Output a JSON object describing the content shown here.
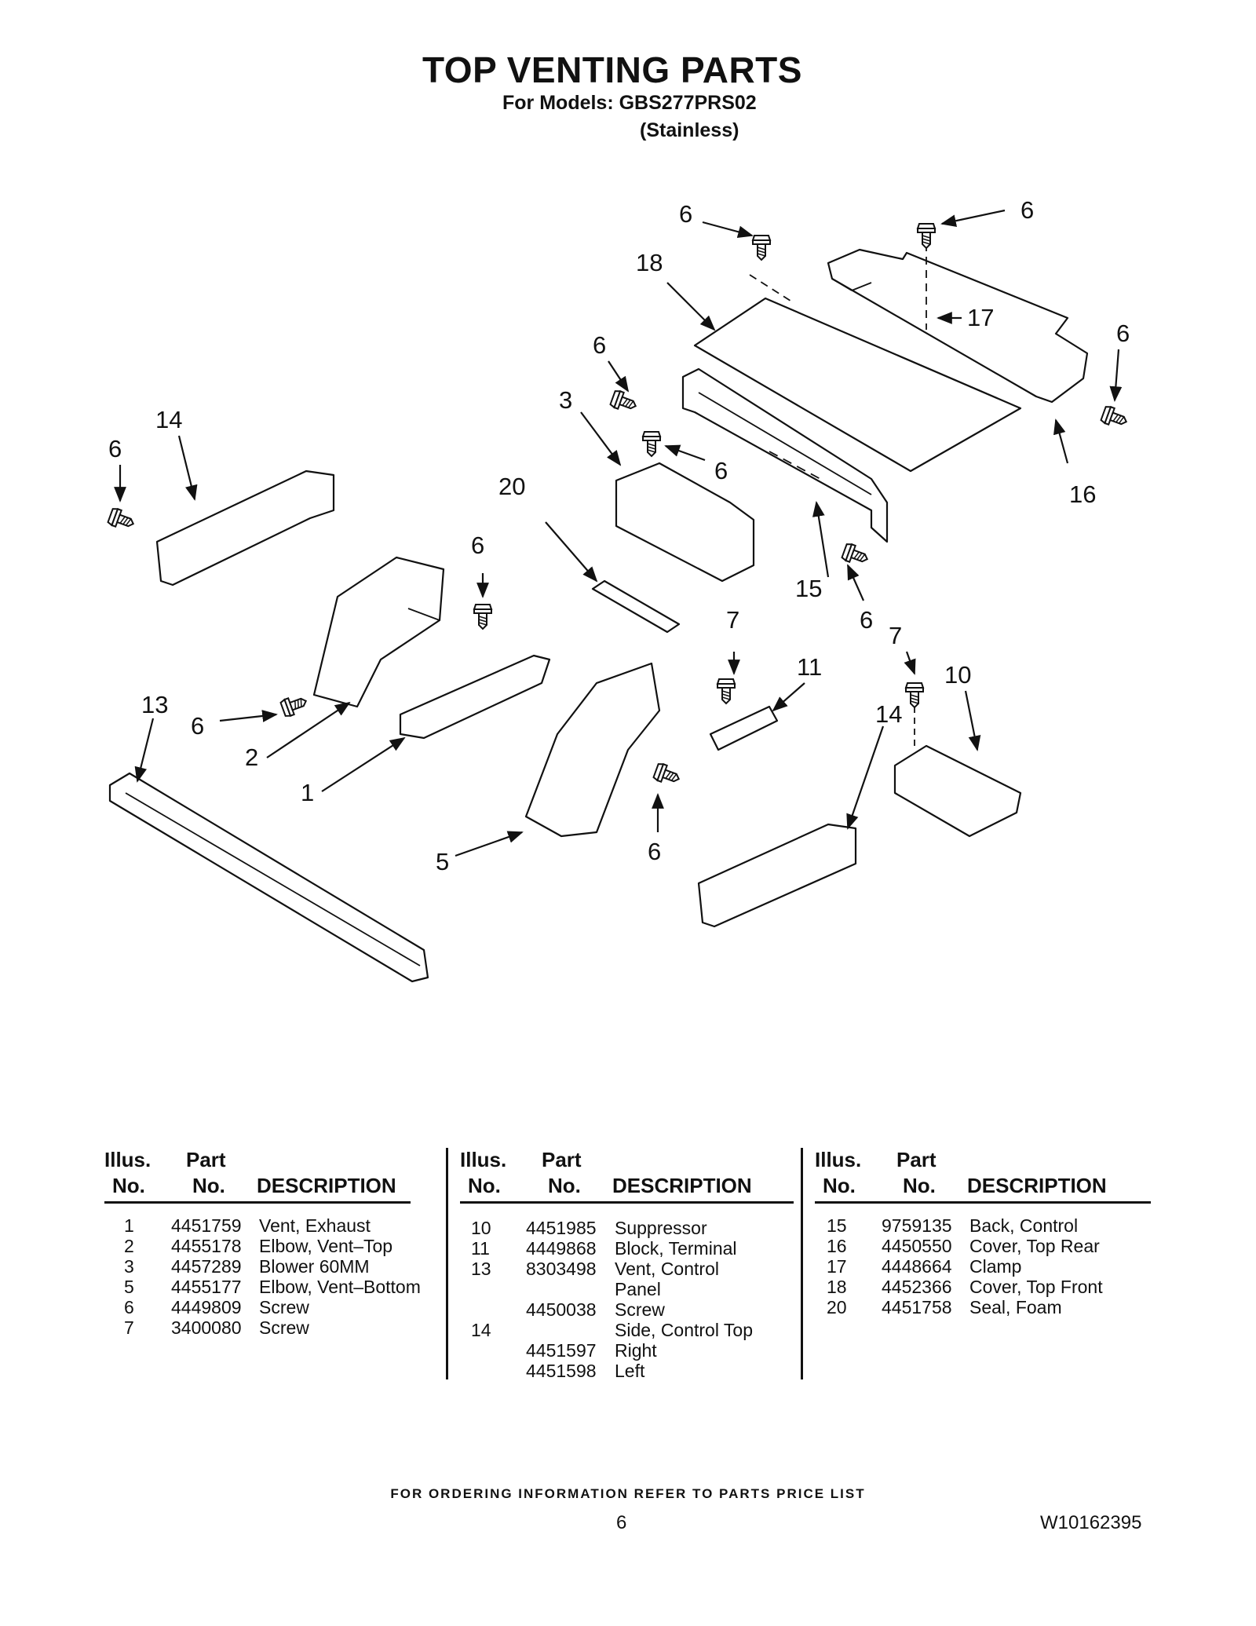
{
  "header": {
    "title": "TOP VENTING PARTS",
    "models": "For Models: GBS277PRS02",
    "finish": "(Stainless)"
  },
  "callouts": [
    "1",
    "2",
    "3",
    "5",
    "6",
    "7",
    "10",
    "11",
    "13",
    "14",
    "15",
    "16",
    "17",
    "18",
    "20"
  ],
  "table": {
    "headers": {
      "illus_line1": "Illus.",
      "illus_line2": "No.",
      "part_line1": "Part",
      "part_line2": "No.",
      "description": "DESCRIPTION"
    },
    "columns": [
      [
        {
          "illus": "1",
          "part": "4451759",
          "desc": "Vent, Exhaust"
        },
        {
          "illus": "2",
          "part": "4455178",
          "desc": "Elbow, Vent–Top"
        },
        {
          "illus": "3",
          "part": "4457289",
          "desc": "Blower 60MM"
        },
        {
          "illus": "5",
          "part": "4455177",
          "desc": "Elbow, Vent–Bottom"
        },
        {
          "illus": "6",
          "part": "4449809",
          "desc": "Screw"
        },
        {
          "illus": "7",
          "part": "3400080",
          "desc": "Screw"
        }
      ],
      [
        {
          "illus": "10",
          "part": "4451985",
          "desc": "Suppressor"
        },
        {
          "illus": "11",
          "part": "4449868",
          "desc": "Block, Terminal"
        },
        {
          "illus": "13",
          "part": "8303498",
          "desc": "Vent, Control"
        },
        {
          "illus": "",
          "part": "",
          "desc": "Panel"
        },
        {
          "illus": "",
          "part": "4450038",
          "desc": "Screw"
        },
        {
          "illus": "14",
          "part": "",
          "desc": "Side, Control Top"
        },
        {
          "illus": "",
          "part": "4451597",
          "desc": "Right"
        },
        {
          "illus": "",
          "part": "4451598",
          "desc": "Left"
        }
      ],
      [
        {
          "illus": "15",
          "part": "9759135",
          "desc": "Back, Control"
        },
        {
          "illus": "16",
          "part": "4450550",
          "desc": "Cover, Top Rear"
        },
        {
          "illus": "17",
          "part": "4448664",
          "desc": "Clamp"
        },
        {
          "illus": "18",
          "part": "4452366",
          "desc": "Cover, Top Front"
        },
        {
          "illus": "20",
          "part": "4451758",
          "desc": "Seal, Foam"
        }
      ]
    ]
  },
  "footer": {
    "ordering_note": "FOR ORDERING INFORMATION REFER TO PARTS PRICE LIST",
    "page_number": "6",
    "document_id": "W10162395"
  }
}
